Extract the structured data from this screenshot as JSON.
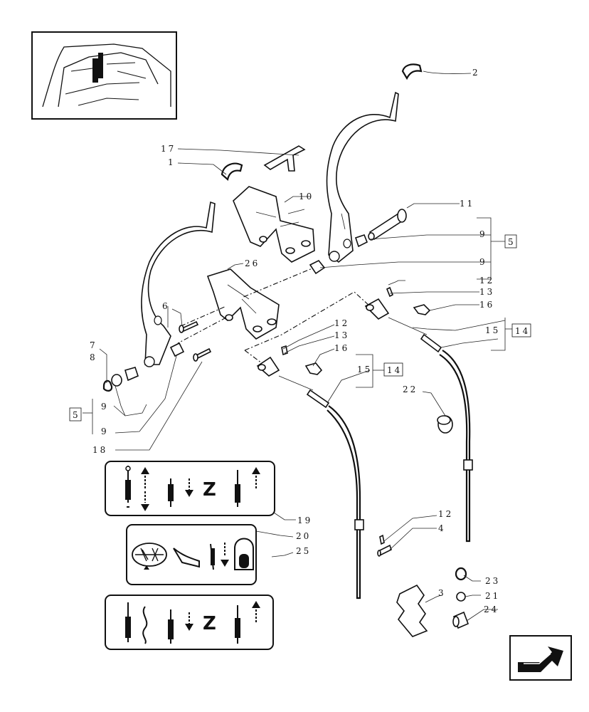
{
  "callouts": {
    "c2": "2",
    "c17": "17",
    "c1": "1",
    "c10": "10",
    "c11": "11",
    "c9a": "9",
    "c5a": "5",
    "c9b": "9",
    "c26": "26",
    "c12a": "12",
    "c13a": "13",
    "c16a": "16",
    "c15a": "15",
    "c14a": "14",
    "c6": "6",
    "c7": "7",
    "c8": "8",
    "c12b": "12",
    "c13b": "13",
    "c16b": "16",
    "c15b": "15",
    "c14b": "14",
    "c22": "22",
    "c5b": "5",
    "c9c": "9",
    "c9d": "9",
    "c18": "18",
    "c19": "19",
    "c20": "20",
    "c25": "25",
    "c12c": "12",
    "c4": "4",
    "c3": "3",
    "c23": "23",
    "c21": "21",
    "c24": "24"
  },
  "decals": {
    "z1": "Z",
    "z2": "Z"
  },
  "icons": {
    "thumbnail": "tractor-cab-location-icon",
    "nav": "previous-page-arrow-icon"
  }
}
